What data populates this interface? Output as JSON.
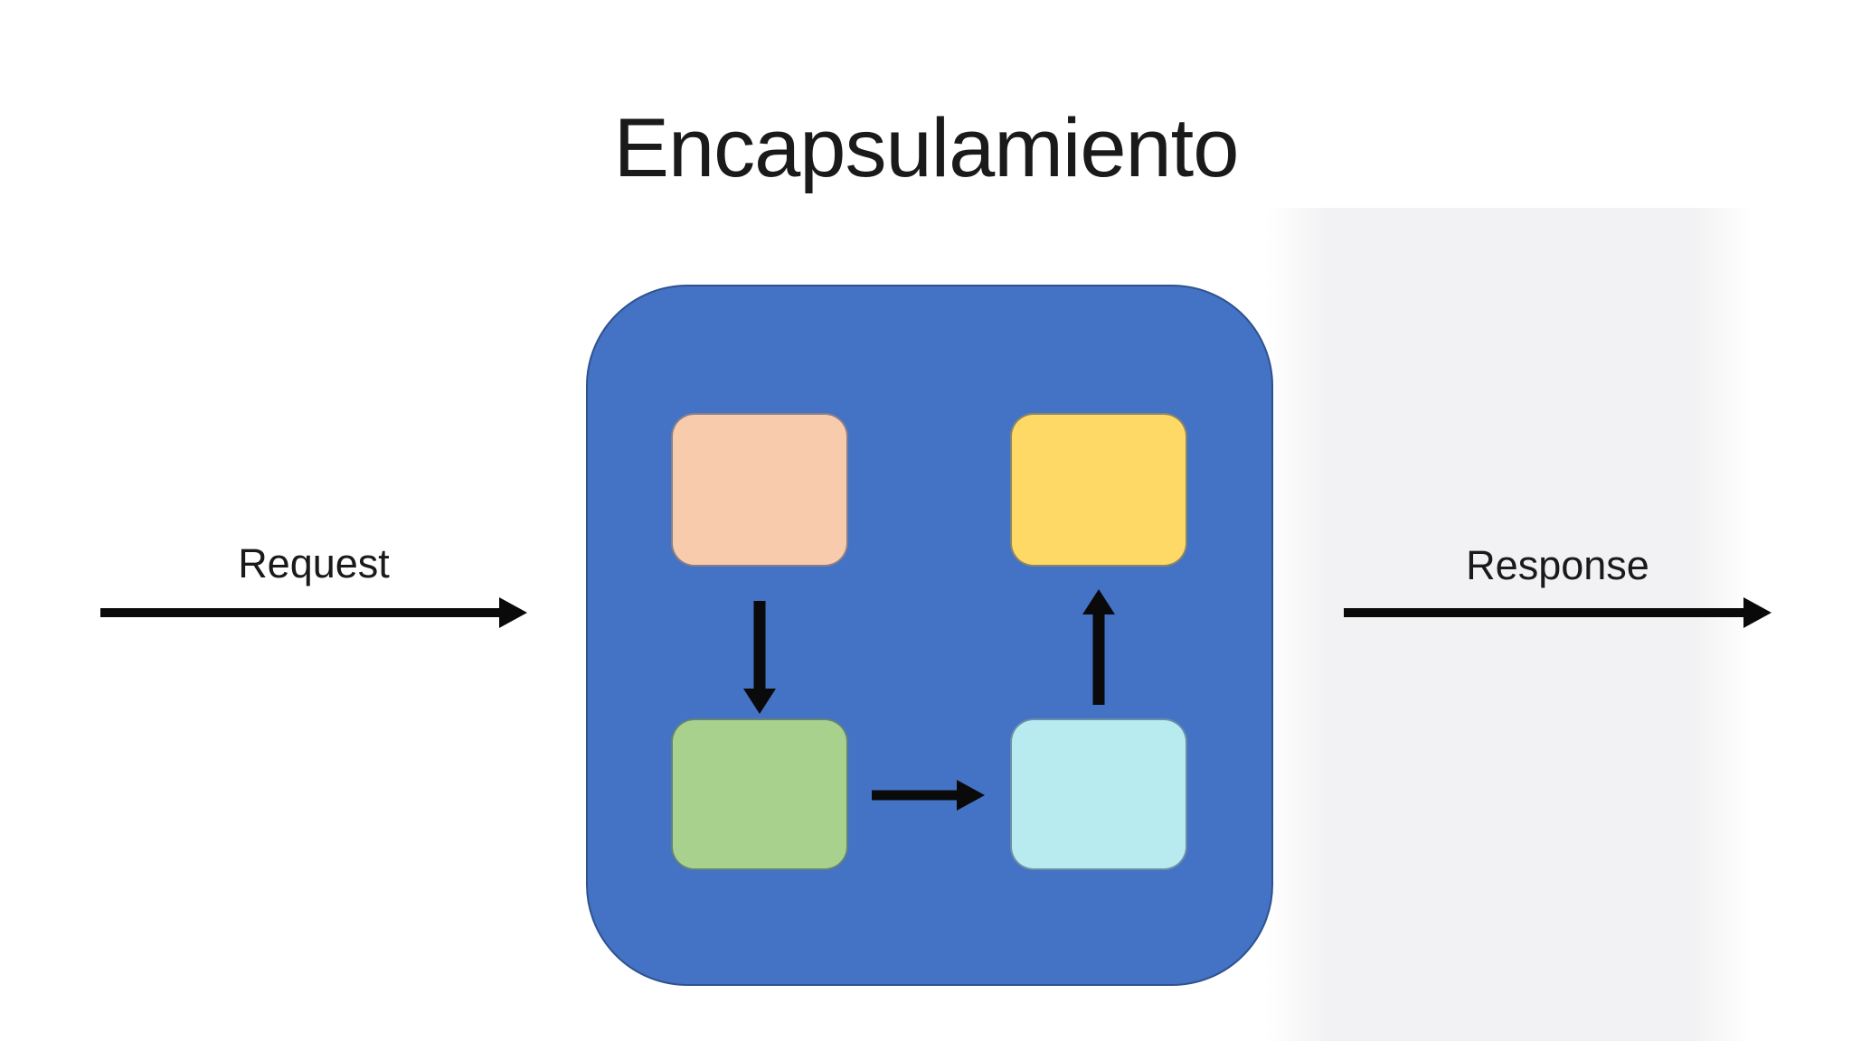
{
  "title": "Encapsulamiento",
  "labels": {
    "request": "Request",
    "response": "Response"
  },
  "diagram": {
    "type": "flow",
    "container": "encapsulation-boundary",
    "nodes": [
      {
        "id": "node-top-left",
        "color": "#F8CBAD"
      },
      {
        "id": "node-top-right",
        "color": "#FFD966"
      },
      {
        "id": "node-bottom-left",
        "color": "#A9D18E"
      },
      {
        "id": "node-bottom-right",
        "color": "#B8EBEF"
      }
    ],
    "edges": [
      {
        "from": "outside",
        "to": "container",
        "label": "Request"
      },
      {
        "from": "node-top-left",
        "to": "node-bottom-left"
      },
      {
        "from": "node-bottom-left",
        "to": "node-bottom-right"
      },
      {
        "from": "node-bottom-right",
        "to": "node-top-right"
      },
      {
        "from": "container",
        "to": "outside",
        "label": "Response"
      }
    ]
  },
  "colors": {
    "container": "#4472C4",
    "container_border": "#2F528F",
    "node_top_left": "#F8CBAD",
    "node_top_right": "#FFD966",
    "node_bottom_left": "#A9D18E",
    "node_bottom_right": "#B8EBEF",
    "arrow": "#0a0a0a",
    "text": "#1a1a1a"
  }
}
